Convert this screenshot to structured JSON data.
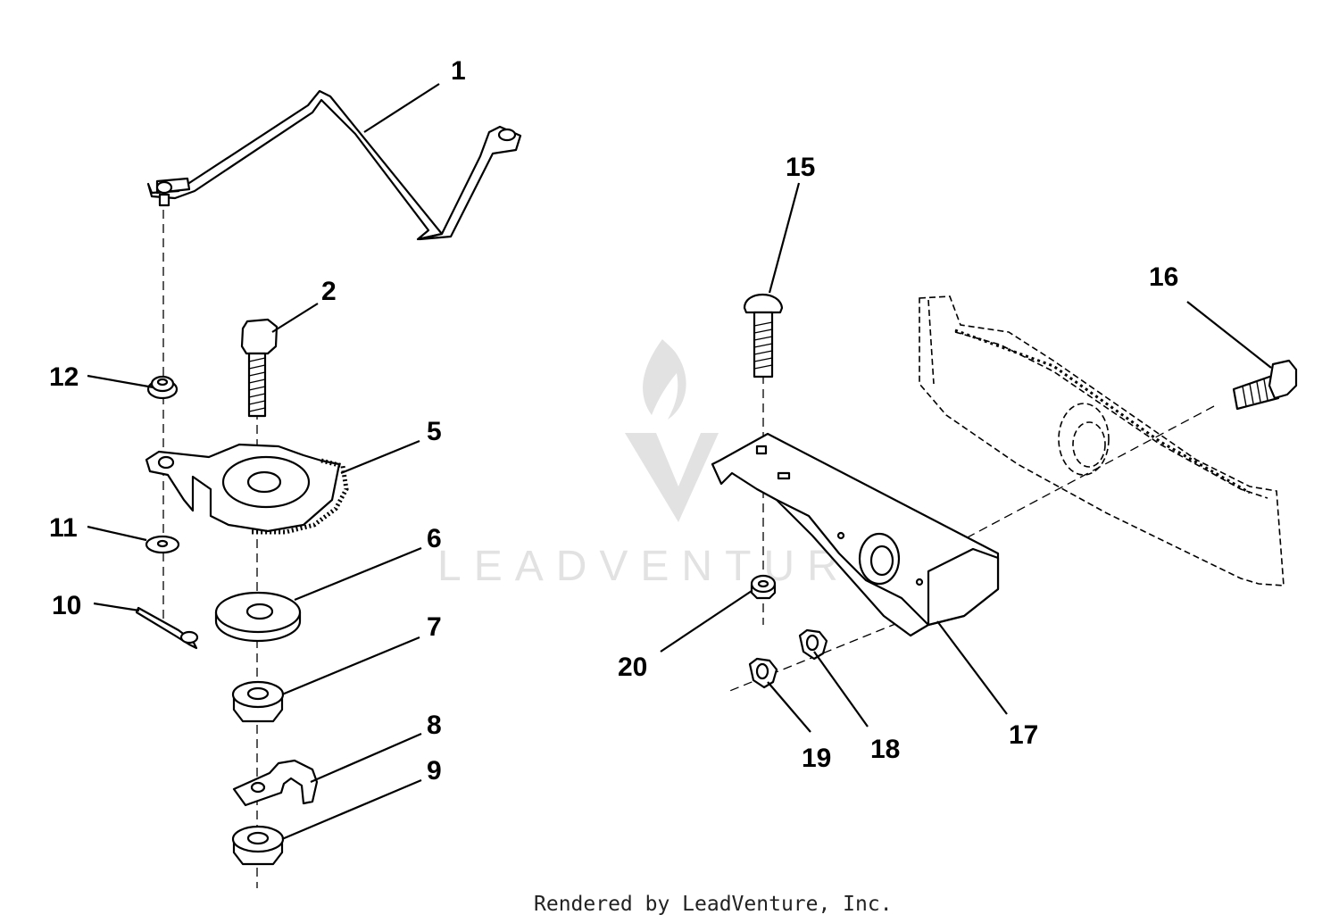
{
  "watermark": "LEADVENTURE",
  "footer": "Rendered by LeadVenture, Inc.",
  "callouts": [
    "1",
    "2",
    "5",
    "6",
    "7",
    "8",
    "9",
    "10",
    "11",
    "12",
    "15",
    "16",
    "17",
    "18",
    "19",
    "20"
  ]
}
